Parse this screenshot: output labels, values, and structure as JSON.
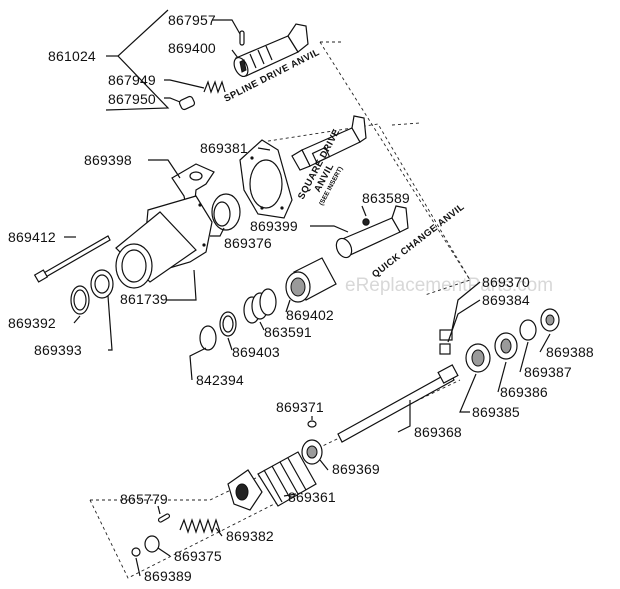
{
  "watermark": "eReplacementParts.com",
  "captions": {
    "spline": "SPLINE DRIVE ANVIL",
    "square_1": "SQUARE DRIVE",
    "square_2": "ANVIL",
    "square_insert": "(SEE INSERT)",
    "quick": "QUICK CHANGE ANVIL"
  },
  "parts": {
    "p867957": "867957",
    "p861024": "861024",
    "p869400": "869400",
    "p867949": "867949",
    "p867950": "867950",
    "p869381": "869381",
    "p869398": "869398",
    "p863589": "863589",
    "p869399": "869399",
    "p869412": "869412",
    "p869376": "869376",
    "p861739": "861739",
    "p869370": "869370",
    "p869384": "869384",
    "p869392": "869392",
    "p869402": "869402",
    "p863591": "863591",
    "p869393": "869393",
    "p869403": "869403",
    "p869388": "869388",
    "p869387": "869387",
    "p842394": "842394",
    "p869386": "869386",
    "p869385": "869385",
    "p869371": "869371",
    "p869368": "869368",
    "p869369": "869369",
    "p869361": "869361",
    "p865779": "865779",
    "p869382": "869382",
    "p869375": "869375",
    "p869389": "869389"
  }
}
